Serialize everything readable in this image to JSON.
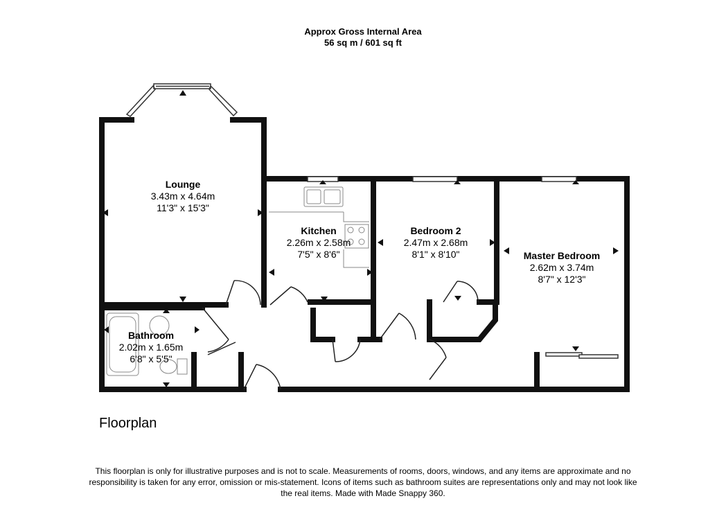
{
  "header": {
    "line1": "Approx Gross Internal Area",
    "line2": "56 sq m / 601 sq ft"
  },
  "rooms": {
    "lounge": {
      "name": "Lounge",
      "metric": "3.43m x 4.64m",
      "imperial": "11'3\" x 15'3\""
    },
    "kitchen": {
      "name": "Kitchen",
      "metric": "2.26m x 2.58m",
      "imperial": "7'5\" x 8'6\""
    },
    "bedroom2": {
      "name": "Bedroom 2",
      "metric": "2.47m x 2.68m",
      "imperial": "8'1\" x 8'10\""
    },
    "master": {
      "name": "Master Bedroom",
      "metric": "2.62m x 3.74m",
      "imperial": "8'7\" x 12'3\""
    },
    "bathroom": {
      "name": "Bathroom",
      "metric": "2.02m x 1.65m",
      "imperial": "6'8\" x 5'5\""
    }
  },
  "plan_label": "Floorplan",
  "disclaimer": "This floorplan is only for illustrative purposes and is not to scale. Measurements of rooms, doors, windows, and any items are approximate and no responsibility is taken for any error, omission or mis-statement. Icons of items such as bathroom suites are representations only and may not look like the real items. Made with Made Snappy 360.",
  "colors": {
    "wall": "#111111",
    "fixture": "#888888",
    "background": "#ffffff"
  }
}
